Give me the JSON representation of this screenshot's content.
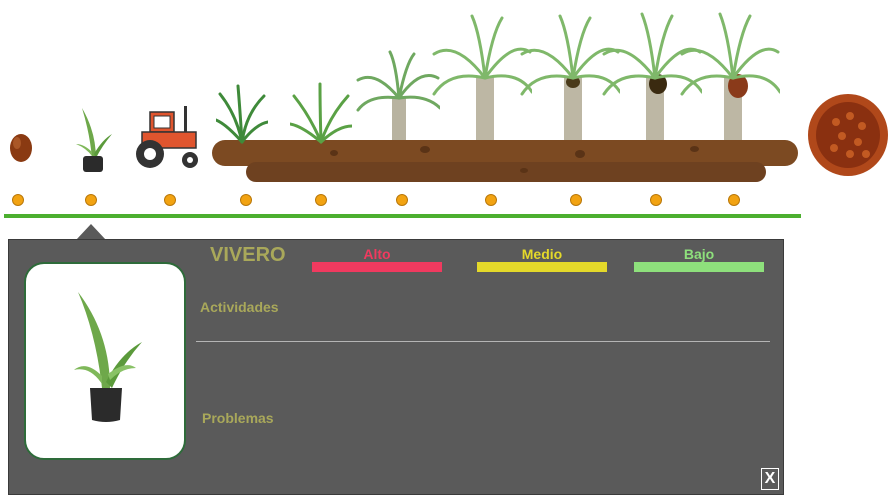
{
  "stages": [
    {
      "name": "seed",
      "icon": "seed-icon"
    },
    {
      "name": "seedling",
      "icon": "seedling-icon"
    },
    {
      "name": "tractor",
      "icon": "tractor-icon"
    },
    {
      "name": "young-palm-1",
      "icon": "young-palm-icon"
    },
    {
      "name": "young-palm-2",
      "icon": "young-palm-icon"
    },
    {
      "name": "palm-3",
      "icon": "palm-icon"
    },
    {
      "name": "palm-4",
      "icon": "palm-icon"
    },
    {
      "name": "palm-5",
      "icon": "palm-icon"
    },
    {
      "name": "palm-6",
      "icon": "palm-fruit-icon"
    },
    {
      "name": "palm-7",
      "icon": "palm-fruit-icon"
    },
    {
      "name": "fruit-bunch",
      "icon": "fruit-bunch-icon"
    }
  ],
  "panel": {
    "title": "VIVERO",
    "levels": [
      {
        "label": "Alto",
        "color": "#f03a5f"
      },
      {
        "label": "Medio",
        "color": "#e4d92a"
      },
      {
        "label": "Bajo",
        "color": "#8ee07c"
      }
    ],
    "activities_label": "Actividades",
    "problems_label": "Problemas",
    "close_label": "X",
    "image_icon": "potted-seedling-icon"
  },
  "colors": {
    "timeline": "#4caf2f",
    "dot": "#f2a312",
    "panel_bg": "#5a5a5a",
    "label": "#a9a85a",
    "soil": "#7c4a22"
  }
}
